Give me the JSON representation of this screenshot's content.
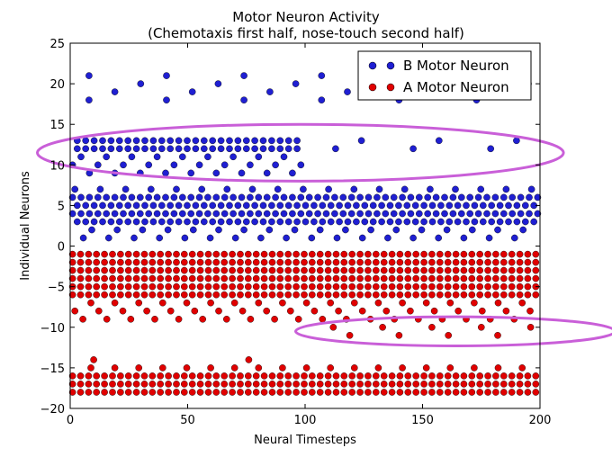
{
  "chart_data": {
    "type": "scatter",
    "title": "Motor Neuron Activity",
    "subtitle": "(Chemotaxis first half, nose-touch second half)",
    "xlabel": "Neural Timesteps",
    "ylabel": "Individual Neurons",
    "xlim": [
      0,
      200
    ],
    "ylim": [
      -20,
      25
    ],
    "x_ticks": [
      0,
      50,
      100,
      150,
      200
    ],
    "y_ticks": [
      -20,
      -15,
      -10,
      -5,
      0,
      5,
      10,
      15,
      20,
      25
    ],
    "grid": false,
    "legend_position": "top-right",
    "series": [
      {
        "name": "B Motor Neuron",
        "color": "#1f1fd2",
        "groups": [
          {
            "x_start": 1,
            "x_end": 199,
            "x_step": 3.6,
            "ys": [
              4,
              6
            ],
            "pattern": "full"
          },
          {
            "x_start": 3,
            "x_end": 199,
            "x_step": 3.6,
            "ys": [
              3,
              5
            ],
            "pattern": "full"
          },
          {
            "x_start": 2,
            "x_end": 199,
            "x_step": 3.6,
            "ys": [
              1,
              2,
              7
            ],
            "pattern": "sparse"
          },
          {
            "x_start": 3,
            "x_end": 100,
            "x_step": 3.6,
            "ys": [
              12,
              13
            ],
            "pattern": "full"
          },
          {
            "x_start": 1,
            "x_end": 100,
            "x_step": 3.6,
            "ys": [
              9,
              10,
              11
            ],
            "pattern": "sparse"
          },
          {
            "x_start": 102,
            "x_end": 199,
            "x_step": 11,
            "ys": [
              12,
              13
            ],
            "pattern": "sparse"
          },
          {
            "x_start": 8,
            "x_end": 199,
            "x_step": 11,
            "ys": [
              18,
              19,
              20,
              21
            ],
            "pattern": "sparse"
          }
        ]
      },
      {
        "name": "A Motor Neuron",
        "color": "#e00000",
        "groups": [
          {
            "x_start": 1,
            "x_end": 199,
            "x_step": 3.4,
            "ys": [
              -1,
              -2,
              -3,
              -4,
              -5,
              -6
            ],
            "pattern": "full"
          },
          {
            "x_start": 2,
            "x_end": 199,
            "x_step": 3.4,
            "ys": [
              -7,
              -8,
              -9
            ],
            "pattern": "sparse"
          },
          {
            "x_start": 105,
            "x_end": 199,
            "x_step": 7,
            "ys": [
              -10,
              -11
            ],
            "pattern": "sparse"
          },
          {
            "x_start": 1,
            "x_end": 199,
            "x_step": 3.4,
            "ys": [
              -16,
              -17,
              -18
            ],
            "pattern": "full"
          },
          {
            "x_start": 2,
            "x_end": 199,
            "x_step": 3.4,
            "ys": [
              -15
            ],
            "pattern": "sparse"
          },
          {
            "x_start": 10,
            "x_end": 80,
            "x_step": 66,
            "ys": [
              -14
            ],
            "pattern": "full"
          }
        ]
      }
    ],
    "annotations": [
      {
        "type": "ellipse",
        "color": "#c95fd8",
        "cx": 98,
        "cy": 11.5,
        "rx": 112,
        "ry": 3.5
      },
      {
        "type": "ellipse",
        "color": "#c95fd8",
        "cx": 164,
        "cy": -10.5,
        "rx": 68,
        "ry": 1.8
      }
    ]
  }
}
